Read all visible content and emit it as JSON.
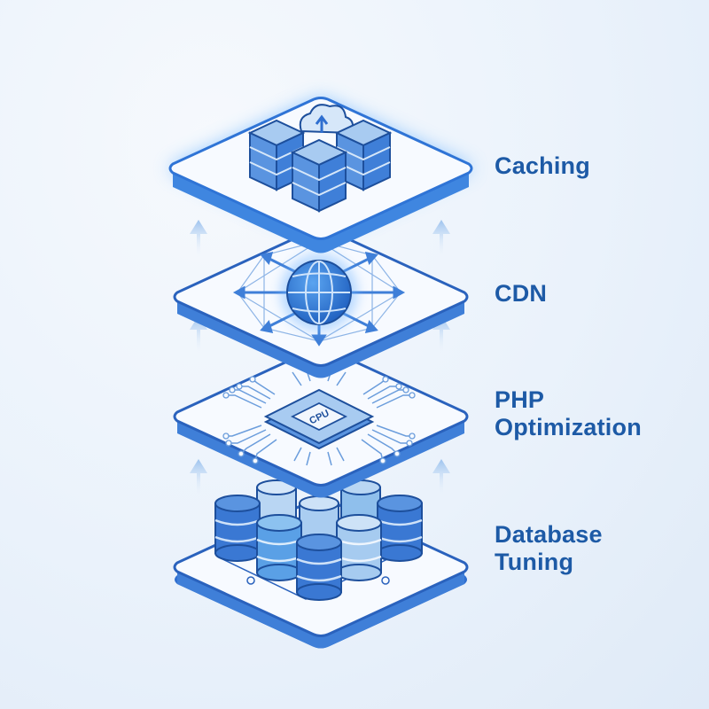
{
  "diagram": {
    "title": "",
    "layers": [
      {
        "id": "caching",
        "label_lines": [
          "Caching"
        ],
        "icon": "server-stack-cloud-icon",
        "highlighted": true
      },
      {
        "id": "cdn",
        "label_lines": [
          "CDN"
        ],
        "icon": "globe-network-icon",
        "highlighted": false
      },
      {
        "id": "php",
        "label_lines": [
          "PHP",
          "Optimization"
        ],
        "icon": "cpu-chip-icon",
        "chip_text": "CPU",
        "highlighted": false
      },
      {
        "id": "database",
        "label_lines": [
          "Database",
          "Tuning"
        ],
        "icon": "database-cylinders-icon",
        "highlighted": false
      }
    ],
    "flow_direction": "up",
    "colors": {
      "primary": "#2f6fd0",
      "dark": "#1d4f9c",
      "light": "#9cc4ef",
      "pale": "#d6e7f9",
      "label": "#1d5aa6",
      "platform_top": "#f7faff",
      "glow": "#4aa3ff"
    }
  }
}
